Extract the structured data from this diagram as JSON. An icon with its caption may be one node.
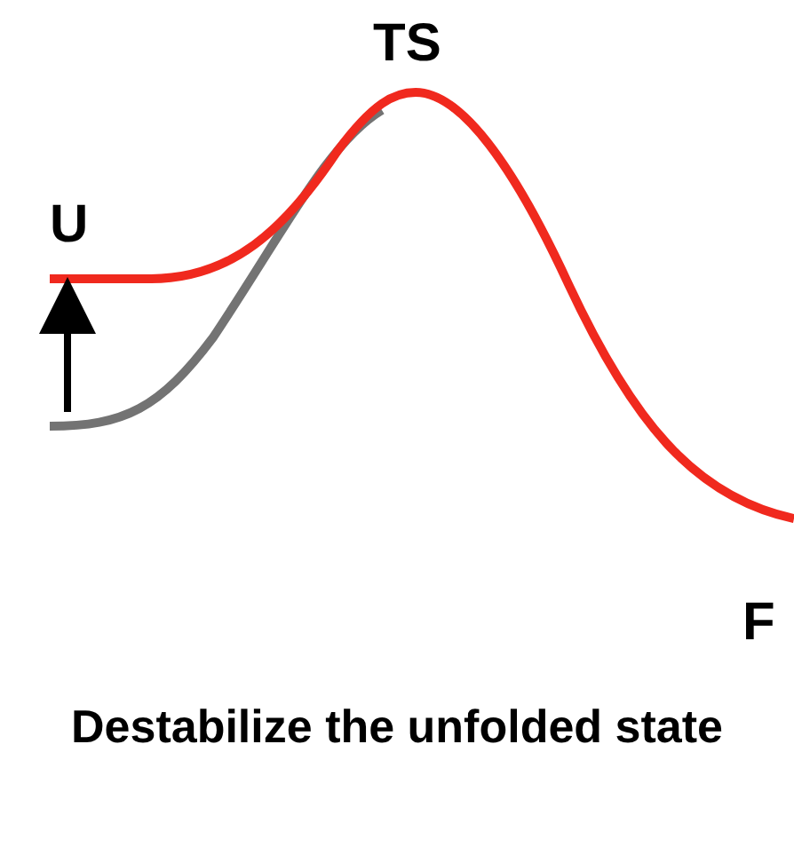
{
  "diagram": {
    "caption": "Destabilize the unfolded state",
    "labels": [
      "TS",
      "U",
      "F"
    ]
  }
}
